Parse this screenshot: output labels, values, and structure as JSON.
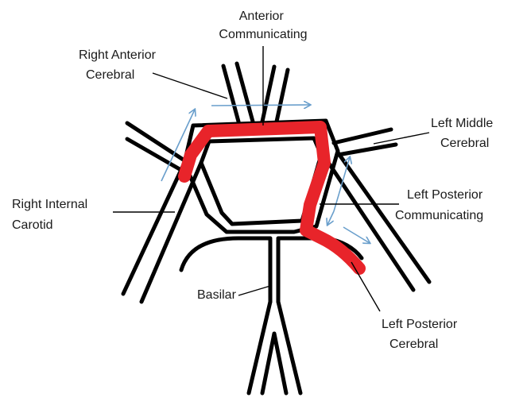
{
  "labels": {
    "anterior_communicating": [
      "Anterior",
      "Communicating"
    ],
    "right_anterior_cerebral": [
      "Right Anterior",
      "Cerebral"
    ],
    "left_middle_cerebral": [
      "Left Middle",
      "Cerebral"
    ],
    "right_internal_carotid": [
      "Right Internal",
      "Carotid"
    ],
    "left_posterior_communicating": [
      "Left Posterior",
      "Communicating"
    ],
    "basilar": "Basilar",
    "left_posterior_cerebral": [
      "Left Posterior",
      "Cerebral"
    ]
  },
  "colors": {
    "vessel": "#000000",
    "highlight": "#e8242a",
    "flow_arrow": "#6a9fcc"
  }
}
